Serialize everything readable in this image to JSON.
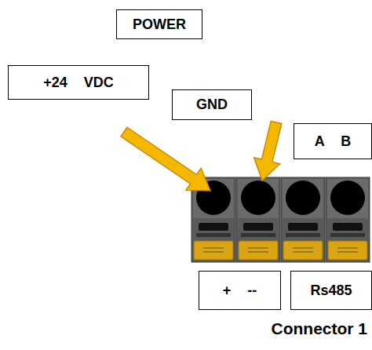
{
  "diagram": {
    "nodes": [
      {
        "text": [
          "POWER"
        ]
      },
      {
        "text": [
          "+24 VDC"
        ]
      },
      {
        "text": [
          "GND"
        ]
      },
      {
        "text": [
          "A B"
        ]
      },
      {
        "text": [
          "+ --"
        ]
      },
      {
        "text": [
          "Rs485"
        ]
      }
    ],
    "labels": [
      "Connector 1"
    ]
  }
}
